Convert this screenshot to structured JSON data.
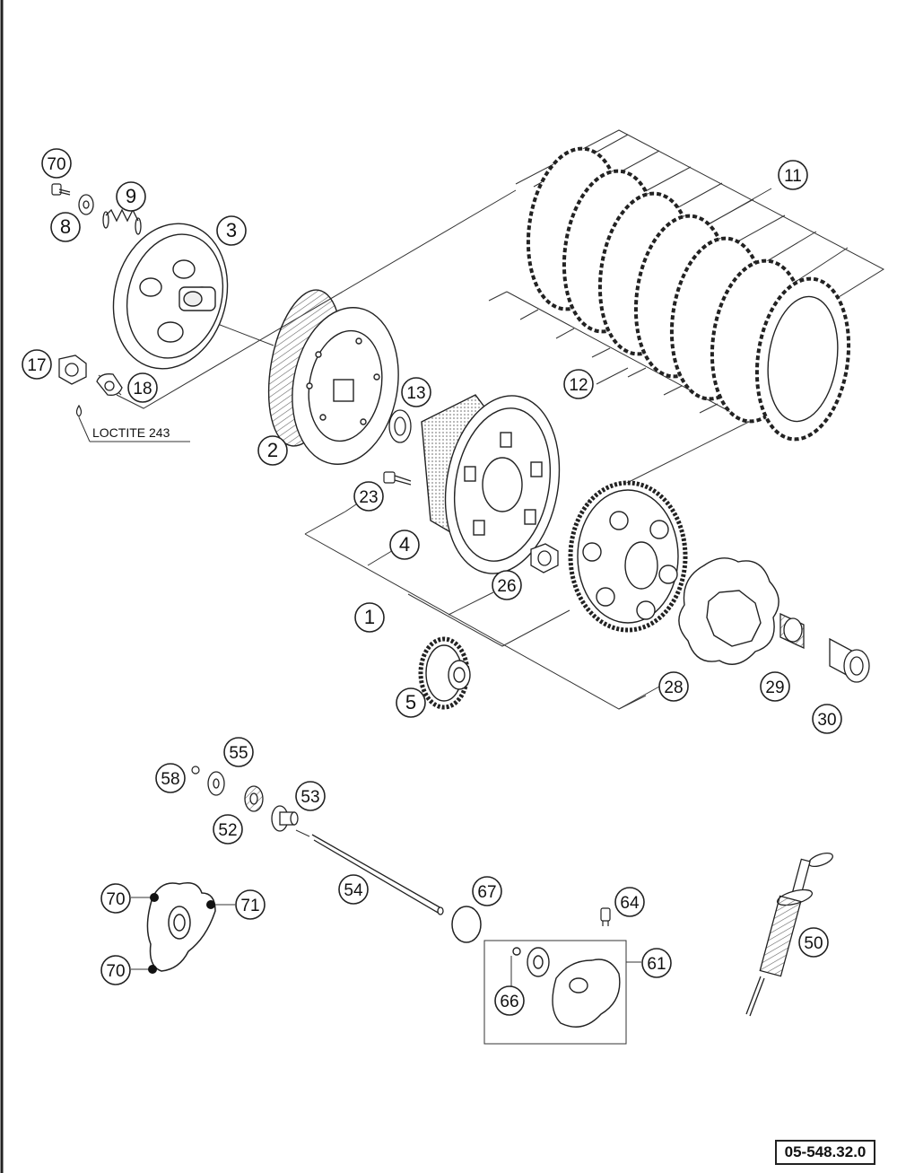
{
  "callouts": [
    {
      "id": "callout-70",
      "label": "70"
    },
    {
      "id": "callout-8",
      "label": "8"
    },
    {
      "id": "callout-9",
      "label": "9"
    },
    {
      "id": "callout-3",
      "label": "3"
    },
    {
      "id": "callout-11",
      "label": "11"
    },
    {
      "id": "callout-17",
      "label": "17"
    },
    {
      "id": "callout-18",
      "label": "18"
    },
    {
      "id": "callout-13",
      "label": "13"
    },
    {
      "id": "callout-12",
      "label": "12"
    },
    {
      "id": "callout-2",
      "label": "2"
    },
    {
      "id": "callout-23",
      "label": "23"
    },
    {
      "id": "callout-4",
      "label": "4"
    },
    {
      "id": "callout-26",
      "label": "26"
    },
    {
      "id": "callout-1",
      "label": "1"
    },
    {
      "id": "callout-5",
      "label": "5"
    },
    {
      "id": "callout-28",
      "label": "28"
    },
    {
      "id": "callout-29",
      "label": "29"
    },
    {
      "id": "callout-30",
      "label": "30"
    },
    {
      "id": "callout-55",
      "label": "55"
    },
    {
      "id": "callout-58",
      "label": "58"
    },
    {
      "id": "callout-53",
      "label": "53"
    },
    {
      "id": "callout-52",
      "label": "52"
    },
    {
      "id": "callout-54",
      "label": "54"
    },
    {
      "id": "callout-67",
      "label": "67"
    },
    {
      "id": "callout-64",
      "label": "64"
    },
    {
      "id": "callout-70b",
      "label": "70"
    },
    {
      "id": "callout-71",
      "label": "71"
    },
    {
      "id": "callout-70c",
      "label": "70"
    },
    {
      "id": "callout-61",
      "label": "61"
    },
    {
      "id": "callout-66",
      "label": "66"
    },
    {
      "id": "callout-50",
      "label": "50"
    }
  ],
  "annotation": {
    "loctite": "LOCTITE 243"
  },
  "doc_number": "05-548.32.0"
}
